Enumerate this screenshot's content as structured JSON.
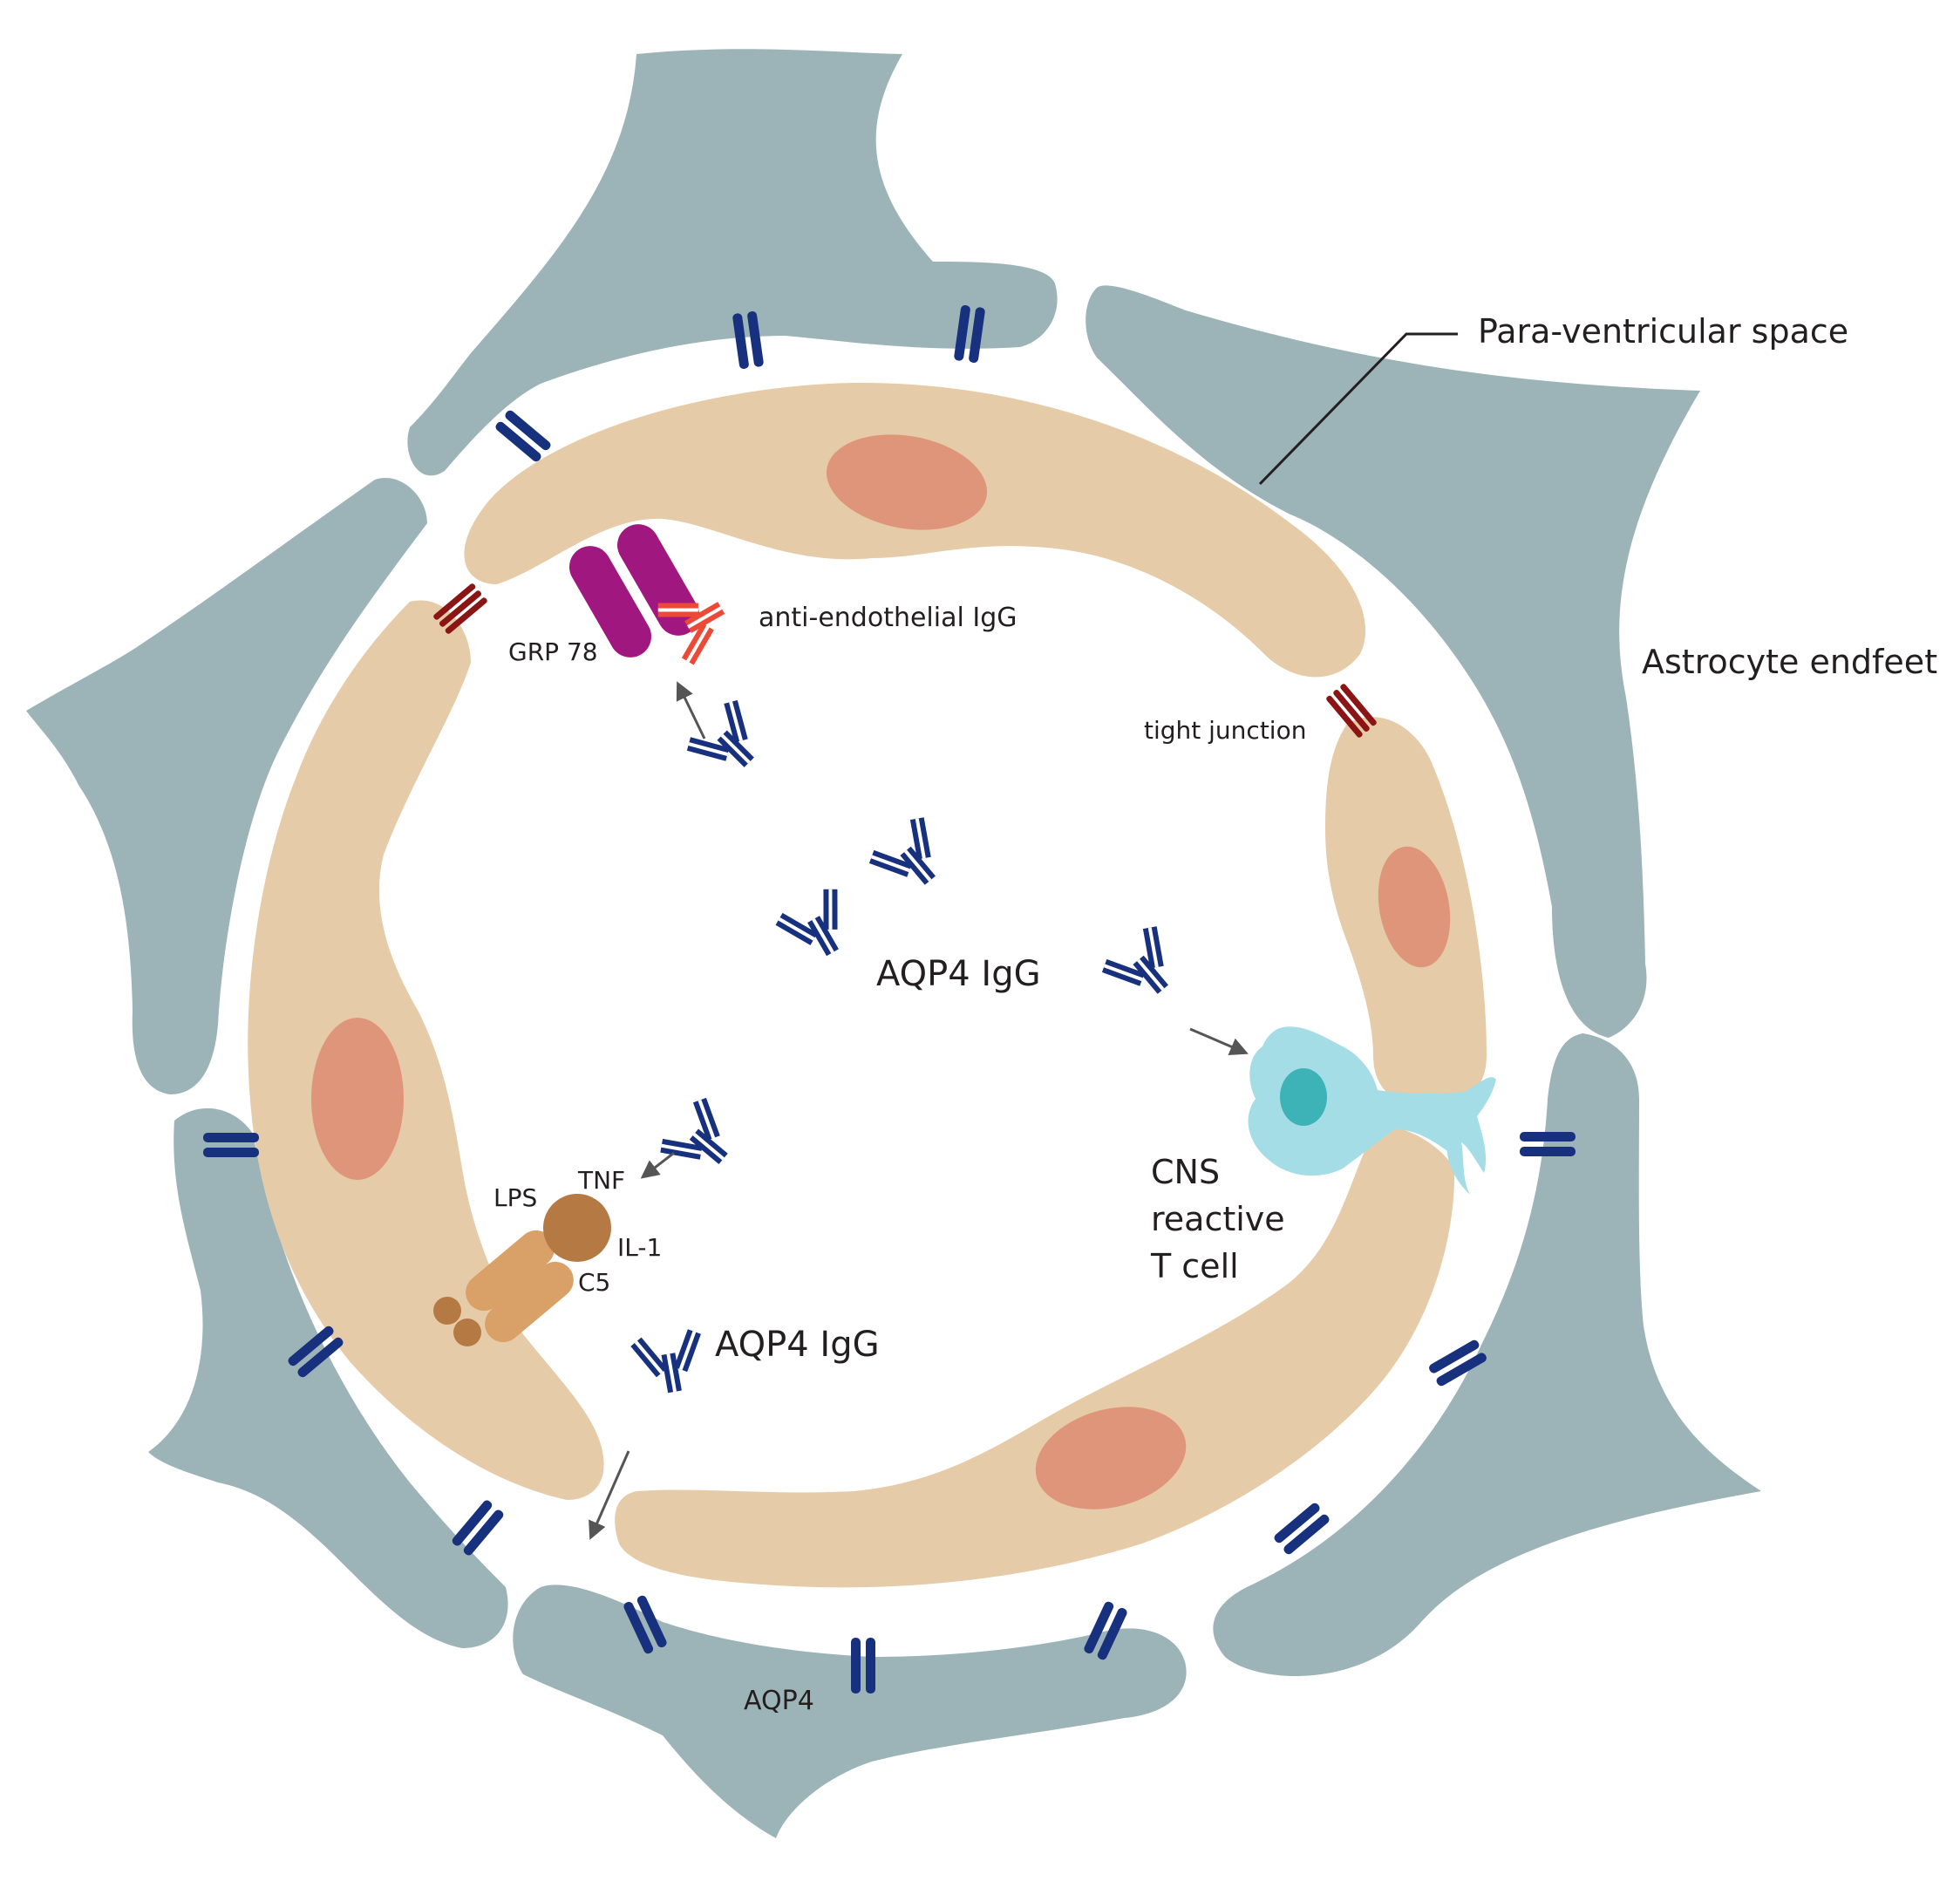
{
  "labels": {
    "para_ventricular_space": "Para-ventricular space",
    "astrocyte_endfeet": "Astrocyte endfeet",
    "grp78": "GRP 78",
    "anti_endothelial_igg": "anti-endothelial IgG",
    "tight_junction": "tight junction",
    "aqp4_igg_center": "AQP4 IgG",
    "aqp4_igg_lower": "AQP4 IgG",
    "cns": "CNS",
    "reactive": "reactive",
    "t_cell": "T cell",
    "lps": "LPS",
    "tnf": "TNF",
    "il1": "IL-1",
    "c5": "C5",
    "aqp4": "AQP4"
  },
  "colors": {
    "astrocyte": "#9cb4b8",
    "endothelium": "#e6cba8",
    "nucleus": "#df957a",
    "aqp4_channel": "#17317e",
    "antibody": "#17317e",
    "tight_junction": "#8b1414",
    "grp78": "#a0187f",
    "anti_endothelial_igg": "#ec4936",
    "t_cell": "#a5dde6",
    "t_cell_nucleus": "#3db3b8",
    "cytokine": "#b57a44",
    "receptor": "#d9a067",
    "arrow": "#555555"
  }
}
